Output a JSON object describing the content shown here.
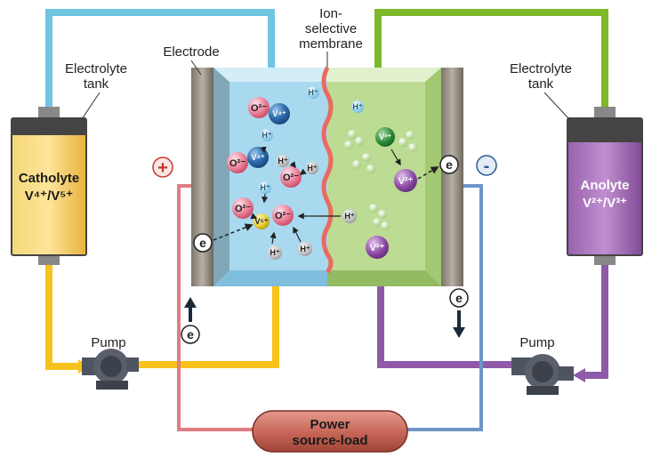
{
  "labels": {
    "ion_membrane_line1": "Ion-",
    "ion_membrane_line2": "selective",
    "ion_membrane_line3": "membrane",
    "electrode": "Electrode",
    "left_tank_line1": "Electrolyte",
    "left_tank_line2": "tank",
    "right_tank_line1": "Electrolyte",
    "right_tank_line2": "tank",
    "pump_left": "Pump",
    "pump_right": "Pump",
    "power_line1": "Power",
    "power_line2": "source-load"
  },
  "catholyte": {
    "name": "Catholyte",
    "species": "V⁴⁺/V⁵⁺"
  },
  "anolyte": {
    "name": "Anolyte",
    "species": "V²⁺/V³⁺"
  },
  "signs": {
    "positive": "+",
    "negative": "-"
  },
  "electron": "e",
  "ions": {
    "o2": "O²⁻",
    "v4": "V⁴⁺",
    "v5": "V⁵⁺",
    "v3": "V³⁺",
    "v2": "V²⁺",
    "h": "H⁺"
  },
  "colors": {
    "catholyte_line": "#f7c21c",
    "anolyte_line": "#8f5aa7",
    "blue_line": "#6fc6e3",
    "green_line": "#7cb928",
    "positive_wire": "#e07d80",
    "negative_wire": "#6e95c8",
    "membrane": "#e96a62",
    "power_box": "#a84a3e"
  }
}
